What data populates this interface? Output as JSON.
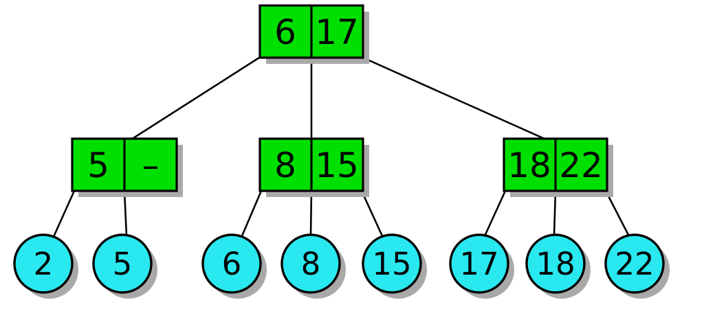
{
  "tree": {
    "root": {
      "keys": [
        "6",
        "17"
      ]
    },
    "internal": [
      {
        "keys": [
          "5",
          "–"
        ]
      },
      {
        "keys": [
          "8",
          "15"
        ]
      },
      {
        "keys": [
          "18",
          "22"
        ]
      }
    ],
    "leaves": [
      "2",
      "5",
      "6",
      "8",
      "15",
      "17",
      "18",
      "22"
    ]
  },
  "colors": {
    "internal_node_fill": "#00e000",
    "leaf_node_fill": "#29e8f0",
    "stroke": "#000000",
    "shadow": "#a9a9a9",
    "background": "#ffffff"
  }
}
